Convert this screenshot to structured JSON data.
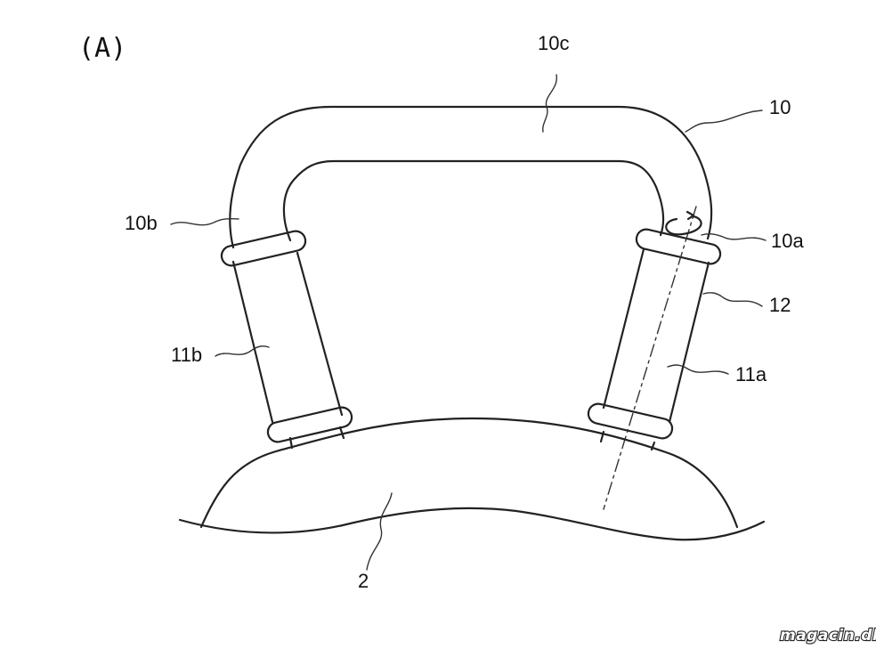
{
  "figure": {
    "panel_label": "(A)",
    "labels": {
      "l10c": "10c",
      "l10": "10",
      "l10b": "10b",
      "l10a": "10a",
      "l12": "12",
      "l11b": "11b",
      "l11a": "11a",
      "l2": "2"
    },
    "watermark": "magacin.dk",
    "stroke_color": "#222222",
    "background": "#ffffff"
  }
}
